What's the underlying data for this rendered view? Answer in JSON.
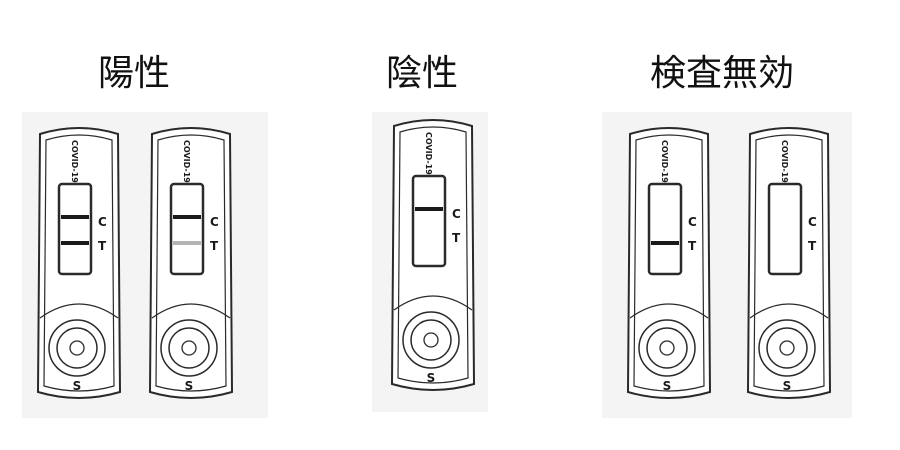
{
  "groups": [
    {
      "id": "pos",
      "title": "陽性"
    },
    {
      "id": "neg",
      "title": "陰性"
    },
    {
      "id": "inv",
      "title": "検査無効"
    }
  ],
  "cassette_labels": {
    "brand": "COVID-19",
    "control": "C",
    "test": "T",
    "sample": "S"
  },
  "cassettes": [
    {
      "group": "pos",
      "c_line": "strong",
      "t_line": "strong"
    },
    {
      "group": "pos",
      "c_line": "strong",
      "t_line": "faint"
    },
    {
      "group": "neg",
      "c_line": "strong",
      "t_line": "none"
    },
    {
      "group": "inv",
      "c_line": "none",
      "t_line": "strong"
    },
    {
      "group": "inv",
      "c_line": "none",
      "t_line": "none"
    }
  ],
  "colors": {
    "line_strong": "#1a1a1a",
    "line_faint": "#b4b4b4",
    "outline": "#2a2a2a"
  }
}
